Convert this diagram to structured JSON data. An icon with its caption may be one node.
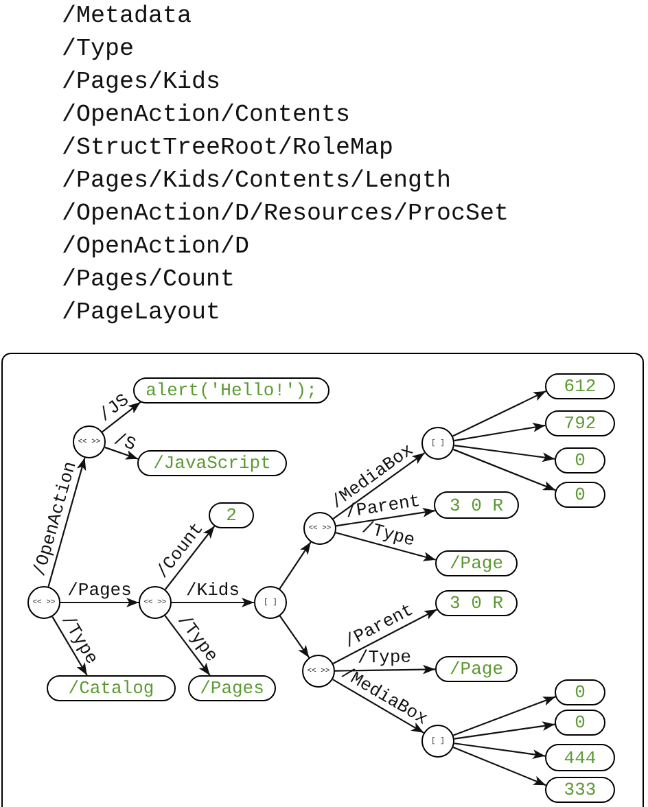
{
  "diagram": {
    "nodes": [
      {
        "text": [
          "<< >>"
        ]
      },
      {
        "text": [
          "<< >>"
        ]
      },
      {
        "text": [
          "alert('Hello!');"
        ]
      },
      {
        "text": [
          "/JavaScript"
        ]
      },
      {
        "text": [
          "<< >>"
        ]
      },
      {
        "text": [
          "2"
        ]
      },
      {
        "text": [
          "[ ]"
        ]
      },
      {
        "text": [
          "/Catalog"
        ]
      },
      {
        "text": [
          "/Pages"
        ]
      },
      {
        "text": [
          "<< >>"
        ]
      },
      {
        "text": [
          "[ ]"
        ]
      },
      {
        "text": [
          "612"
        ]
      },
      {
        "text": [
          "792"
        ]
      },
      {
        "text": [
          "0"
        ]
      },
      {
        "text": [
          "0"
        ]
      },
      {
        "text": [
          "3 0 R"
        ]
      },
      {
        "text": [
          "/Page"
        ]
      },
      {
        "text": [
          "<< >>"
        ]
      },
      {
        "text": [
          "3 0 R"
        ]
      },
      {
        "text": [
          "/Page"
        ]
      },
      {
        "text": [
          "[ ]"
        ]
      },
      {
        "text": [
          "0"
        ]
      },
      {
        "text": [
          "0"
        ]
      },
      {
        "text": [
          "444"
        ]
      },
      {
        "text": [
          "333"
        ]
      }
    ],
    "edges": [
      {
        "from": 0,
        "to": 1,
        "arrow": "to",
        "label": "/OpenAction"
      },
      {
        "from": 1,
        "to": 2,
        "arrow": "to",
        "label": "/JS"
      },
      {
        "from": 1,
        "to": 3,
        "arrow": "to",
        "label": "/S"
      },
      {
        "from": 0,
        "to": 4,
        "arrow": "to",
        "label": "/Pages"
      },
      {
        "from": 0,
        "to": 7,
        "arrow": "to",
        "label": "/Type"
      },
      {
        "from": 4,
        "to": 5,
        "arrow": "to",
        "label": "/Count"
      },
      {
        "from": 4,
        "to": 6,
        "arrow": "to",
        "label": "/Kids"
      },
      {
        "from": 4,
        "to": 8,
        "arrow": "to",
        "label": "/Type"
      },
      {
        "from": 6,
        "to": 9,
        "arrow": "to"
      },
      {
        "from": 6,
        "to": 17,
        "arrow": "to"
      },
      {
        "from": 9,
        "to": 10,
        "arrow": "to",
        "label": "/MediaBox"
      },
      {
        "from": 9,
        "to": 15,
        "arrow": "to",
        "label": "/Parent"
      },
      {
        "from": 9,
        "to": 16,
        "arrow": "to",
        "label": "/Type"
      },
      {
        "from": 10,
        "to": 11,
        "arrow": "to"
      },
      {
        "from": 10,
        "to": 12,
        "arrow": "to"
      },
      {
        "from": 10,
        "to": 13,
        "arrow": "to"
      },
      {
        "from": 10,
        "to": 14,
        "arrow": "to"
      },
      {
        "from": 17,
        "to": 18,
        "arrow": "to",
        "label": "/Parent"
      },
      {
        "from": 17,
        "to": 19,
        "arrow": "to",
        "label": "/Type"
      },
      {
        "from": 17,
        "to": 20,
        "arrow": "to",
        "label": "/MediaBox"
      },
      {
        "from": 20,
        "to": 21,
        "arrow": "to"
      },
      {
        "from": 20,
        "to": 22,
        "arrow": "to"
      },
      {
        "from": 20,
        "to": 23,
        "arrow": "to"
      },
      {
        "from": 20,
        "to": 24,
        "arrow": "to"
      }
    ],
    "labels": [
      "/Metadata",
      "/Type",
      "/Pages/Kids",
      "/OpenAction/Contents",
      "/StructTreeRoot/RoleMap",
      "/Pages/Kids/Contents/Length",
      "/OpenAction/D/Resources/ProcSet",
      "/OpenAction/D",
      "/Pages/Count",
      "/PageLayout"
    ]
  }
}
